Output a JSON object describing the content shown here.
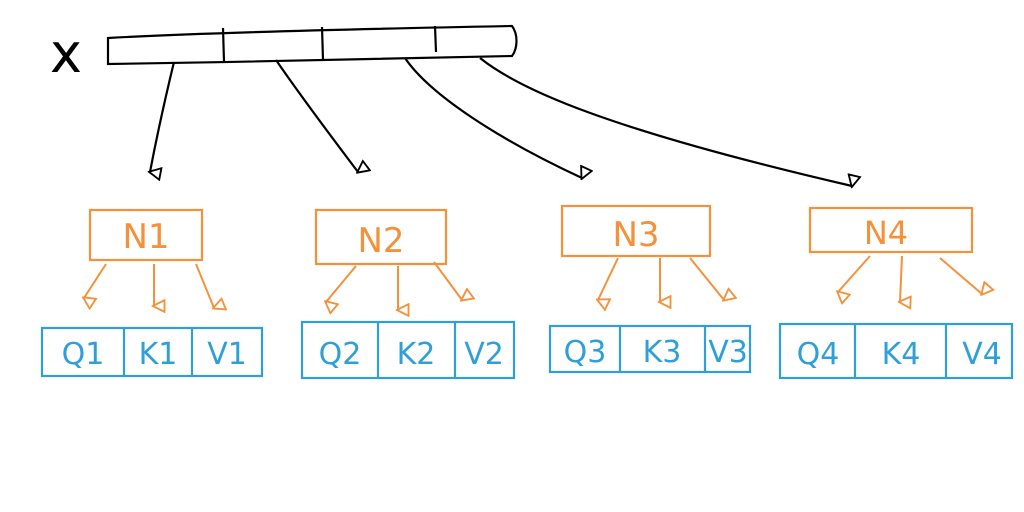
{
  "input_label": "x",
  "input_segments": 4,
  "colors": {
    "background": "#ffffff",
    "ink": "#000000",
    "node": "#f5913a",
    "qkv": "#2f9fd9"
  },
  "heads": [
    {
      "node_label": "N1",
      "q": "Q1",
      "k": "K1",
      "v": "V1"
    },
    {
      "node_label": "N2",
      "q": "Q2",
      "k": "K2",
      "v": "V2"
    },
    {
      "node_label": "N3",
      "q": "Q3",
      "k": "K3",
      "v": "V3"
    },
    {
      "node_label": "N4",
      "q": "Q4",
      "k": "K4",
      "v": "V4"
    }
  ]
}
